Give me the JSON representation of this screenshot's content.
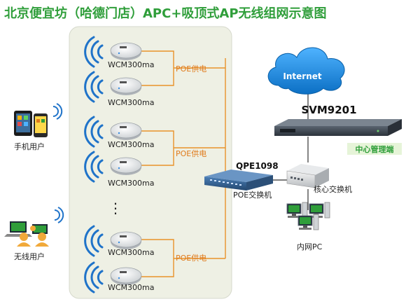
{
  "title": "北京便宜坊（哈德门店）APC+吸顶式AP无线组网示意图",
  "ap_model": "WCM300ma",
  "poe_label": "POE供电",
  "ellipsis": "⋮",
  "poe_switch": {
    "model": "QPE1098",
    "label": "POE交换机"
  },
  "controller": {
    "model": "SVM9201",
    "badge": "中心管理端"
  },
  "core_switch": {
    "label": "核心交换机"
  },
  "internet": {
    "label": "Internet"
  },
  "lan_pc": {
    "label": "内网PC"
  },
  "mobile_users": {
    "label": "手机用户"
  },
  "wireless_users": {
    "label": "无线用户"
  },
  "colors": {
    "title": "#2f9e3a",
    "poe_text": "#e07b1c",
    "poe_line": "#e8922a",
    "panel": "#eef0e4",
    "cloud": "#1e8fe0",
    "badge_bg": "#e6f4d8",
    "badge_text": "#2f9e3a"
  }
}
